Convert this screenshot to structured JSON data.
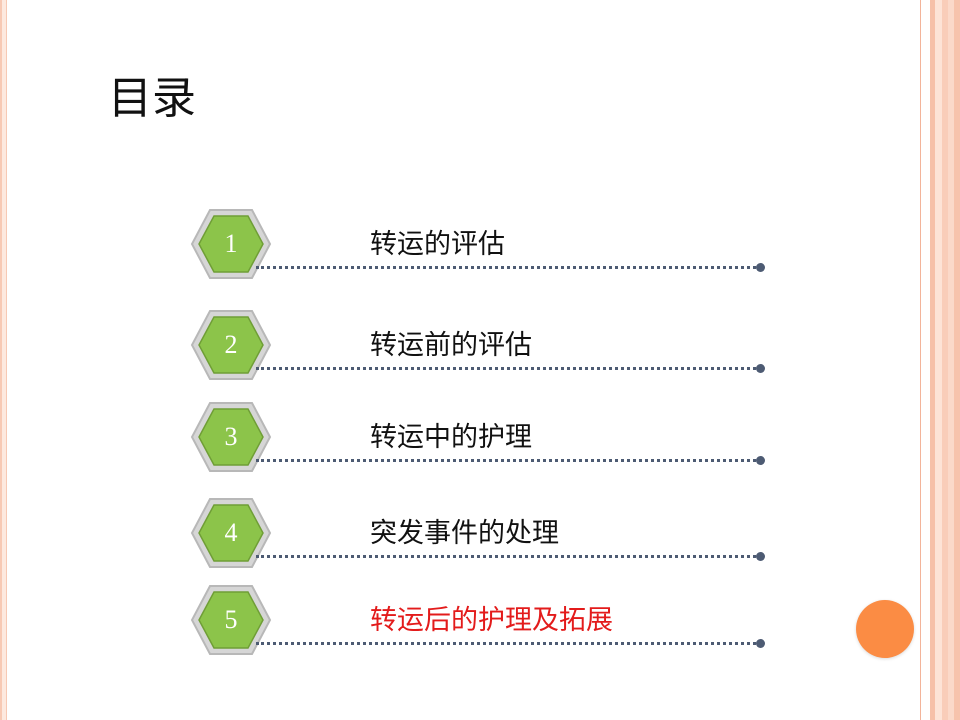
{
  "slide": {
    "title": "目录",
    "accent_color": "#fb8c44",
    "hex_fill": "#8cc44a",
    "hex_border": "#c7c7c7",
    "items": [
      {
        "number": "1",
        "label": "转运的评估",
        "highlighted": false
      },
      {
        "number": "2",
        "label": "转运前的评估",
        "highlighted": false
      },
      {
        "number": "3",
        "label": "转运中的护理",
        "highlighted": false
      },
      {
        "number": "4",
        "label": "突发事件的处理",
        "highlighted": false
      },
      {
        "number": "5",
        "label": "转运后的护理及拓展",
        "highlighted": true
      }
    ]
  }
}
